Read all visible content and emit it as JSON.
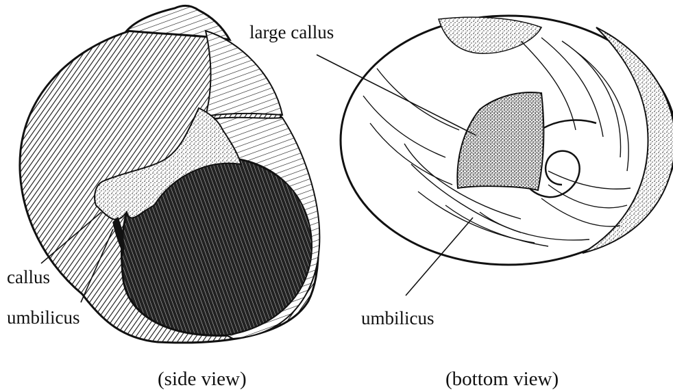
{
  "labels": {
    "large_callus": "large callus",
    "callus": "callus",
    "umbilicus_left": "umbilicus",
    "umbilicus_right": "umbilicus"
  },
  "captions": {
    "side": "(side view)",
    "bottom": "(bottom view)"
  },
  "colors": {
    "ink": "#111111",
    "shell_fill": "#ffffff",
    "aperture_dark": "#1a1a1a",
    "stipple": "#222222"
  }
}
